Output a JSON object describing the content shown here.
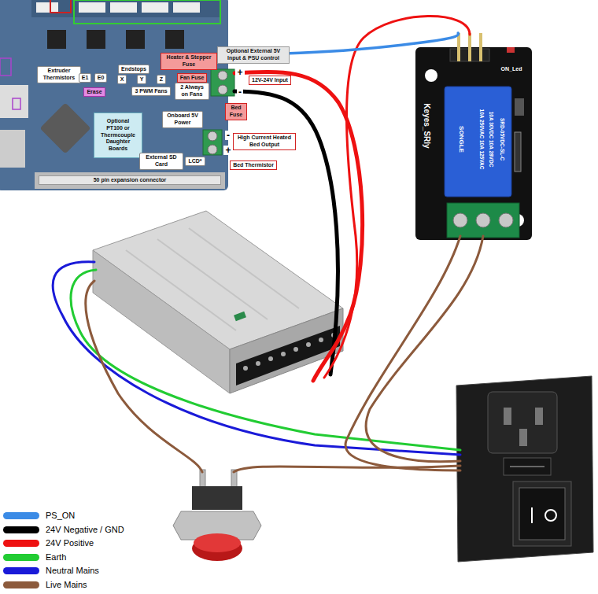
{
  "diagram": {
    "nodes": [
      {
        "text": [
          "Extruder Thermistors"
        ]
      },
      {
        "text": [
          "E1"
        ]
      },
      {
        "text": [
          "E0"
        ]
      },
      {
        "text": [
          "Endstops"
        ]
      },
      {
        "text": [
          "X"
        ]
      },
      {
        "text": [
          "Y"
        ]
      },
      {
        "text": [
          "Z"
        ]
      },
      {
        "text": [
          "Heater & Stepper Fuse"
        ]
      },
      {
        "text": [
          "Fan Fuse"
        ]
      },
      {
        "text": [
          "Optional External 5V Input & PSU control"
        ]
      },
      {
        "text": [
          "12V-24V Input"
        ]
      },
      {
        "text": [
          "Erase"
        ]
      },
      {
        "text": [
          "3 PWM Fans"
        ]
      },
      {
        "text": [
          "2 Always on Fans"
        ]
      },
      {
        "text": [
          "Bed Fuse"
        ]
      },
      {
        "text": [
          "Optional PT100 or Thermcouple Daughter Boards"
        ]
      },
      {
        "text": [
          "Onboard 5V Power"
        ]
      },
      {
        "text": [
          "High Current Heated Bed Output"
        ]
      },
      {
        "text": [
          "External SD Card"
        ]
      },
      {
        "text": [
          "LCD*"
        ]
      },
      {
        "text": [
          "Bed Thermistor"
        ]
      },
      {
        "text": [
          "50 pin expansion connector"
        ]
      },
      {
        "text": [
          "ON_Led",
          "Keyes_SRly",
          "SONGLE",
          "10A 250VAC 10A 125VAC",
          "10A 30VDC 10A 28VDC",
          "SRD-05VDC-SL-C"
        ]
      }
    ],
    "edges": [
      {
        "from": 9,
        "to": 22,
        "arrow": "none"
      }
    ],
    "labels": [
      "+",
      "-",
      "-",
      "+"
    ],
    "legend": [
      {
        "text": "PS_ON",
        "color": "#3b8be6"
      },
      {
        "text": "24V Negative / GND",
        "color": "#000000"
      },
      {
        "text": "24V Positive",
        "color": "#ee1111"
      },
      {
        "text": "Earth",
        "color": "#22cc33"
      },
      {
        "text": "Neutral Mains",
        "color": "#1a1ad8"
      },
      {
        "text": "Live Mains",
        "color": "#8c5a3c"
      }
    ]
  }
}
